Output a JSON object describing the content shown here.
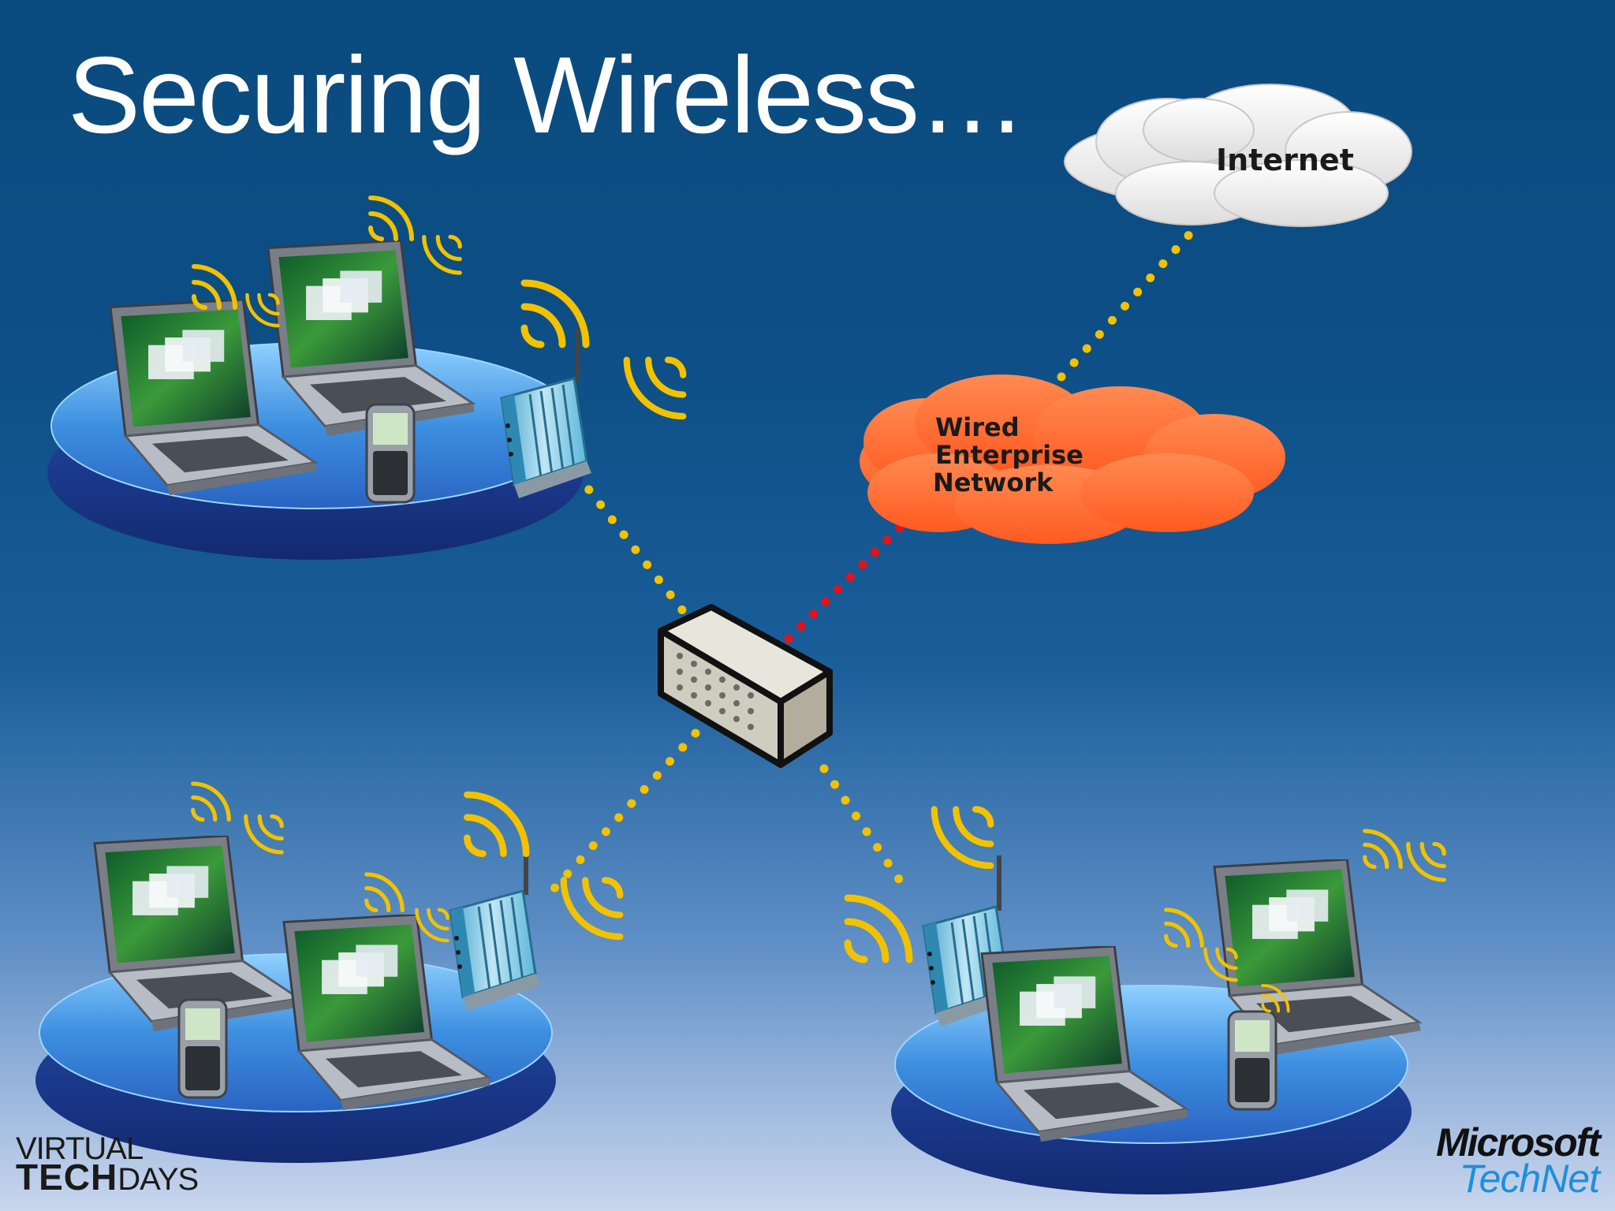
{
  "slide": {
    "title": "Securing Wireless…"
  },
  "clouds": {
    "internet": {
      "label": "Internet",
      "color": "#ffffff"
    },
    "wired": {
      "lines": [
        "Wired",
        "Enterprise",
        "Network"
      ],
      "color": "#ff6e2e"
    }
  },
  "links": {
    "wireless_color": "#f2c200",
    "enterprise_color": "#e8101a"
  },
  "icons": {
    "switch": "network-switch-icon",
    "access_point": "wireless-access-point-icon",
    "laptop": "laptop-icon",
    "phone": "smartphone-icon",
    "signal": "wifi-signal-icon"
  },
  "branding": {
    "event_top": "VIRTUAL",
    "event_bold": "TECH",
    "event_rest": "DAYS",
    "company": "Microsoft",
    "product": "TechNet"
  }
}
